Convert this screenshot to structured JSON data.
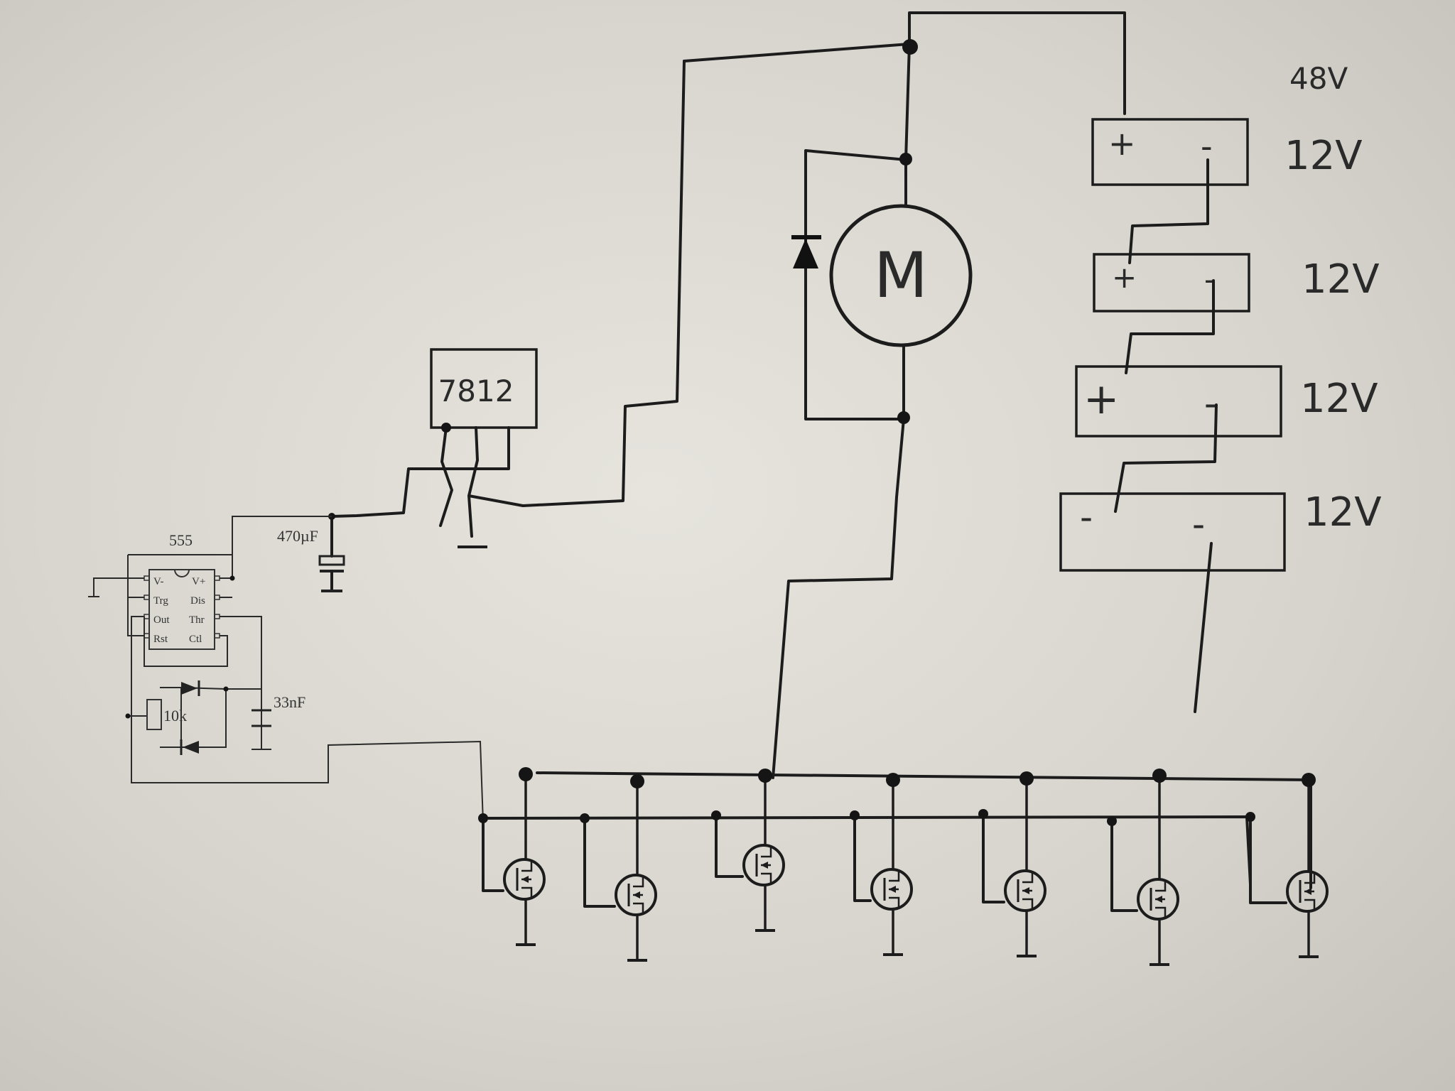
{
  "labels": {
    "supply_total": "48V",
    "batteries": [
      {
        "voltage": "12V",
        "plus": "+",
        "minus": "-"
      },
      {
        "voltage": "12V",
        "plus": "+",
        "minus": "-"
      },
      {
        "voltage": "12V",
        "plus": "+",
        "minus": "-"
      },
      {
        "voltage": "12V",
        "plus": "-",
        "minus": "-"
      }
    ],
    "motor": "M",
    "regulator": "7812",
    "timer_ic": "555",
    "timer_pins": {
      "v_minus": "V-",
      "v_plus": "V+",
      "trg": "Trg",
      "dis": "Dis",
      "out": "Out",
      "thr": "Thr",
      "rst": "Rst",
      "ctl": "Ctl"
    },
    "cap_supply": "470µF",
    "cap_timing": "33nF",
    "pot": "10k"
  },
  "mosfet_count": 7,
  "colors": {
    "paper": "#dedcd5",
    "ink": "#1c1c1c"
  }
}
